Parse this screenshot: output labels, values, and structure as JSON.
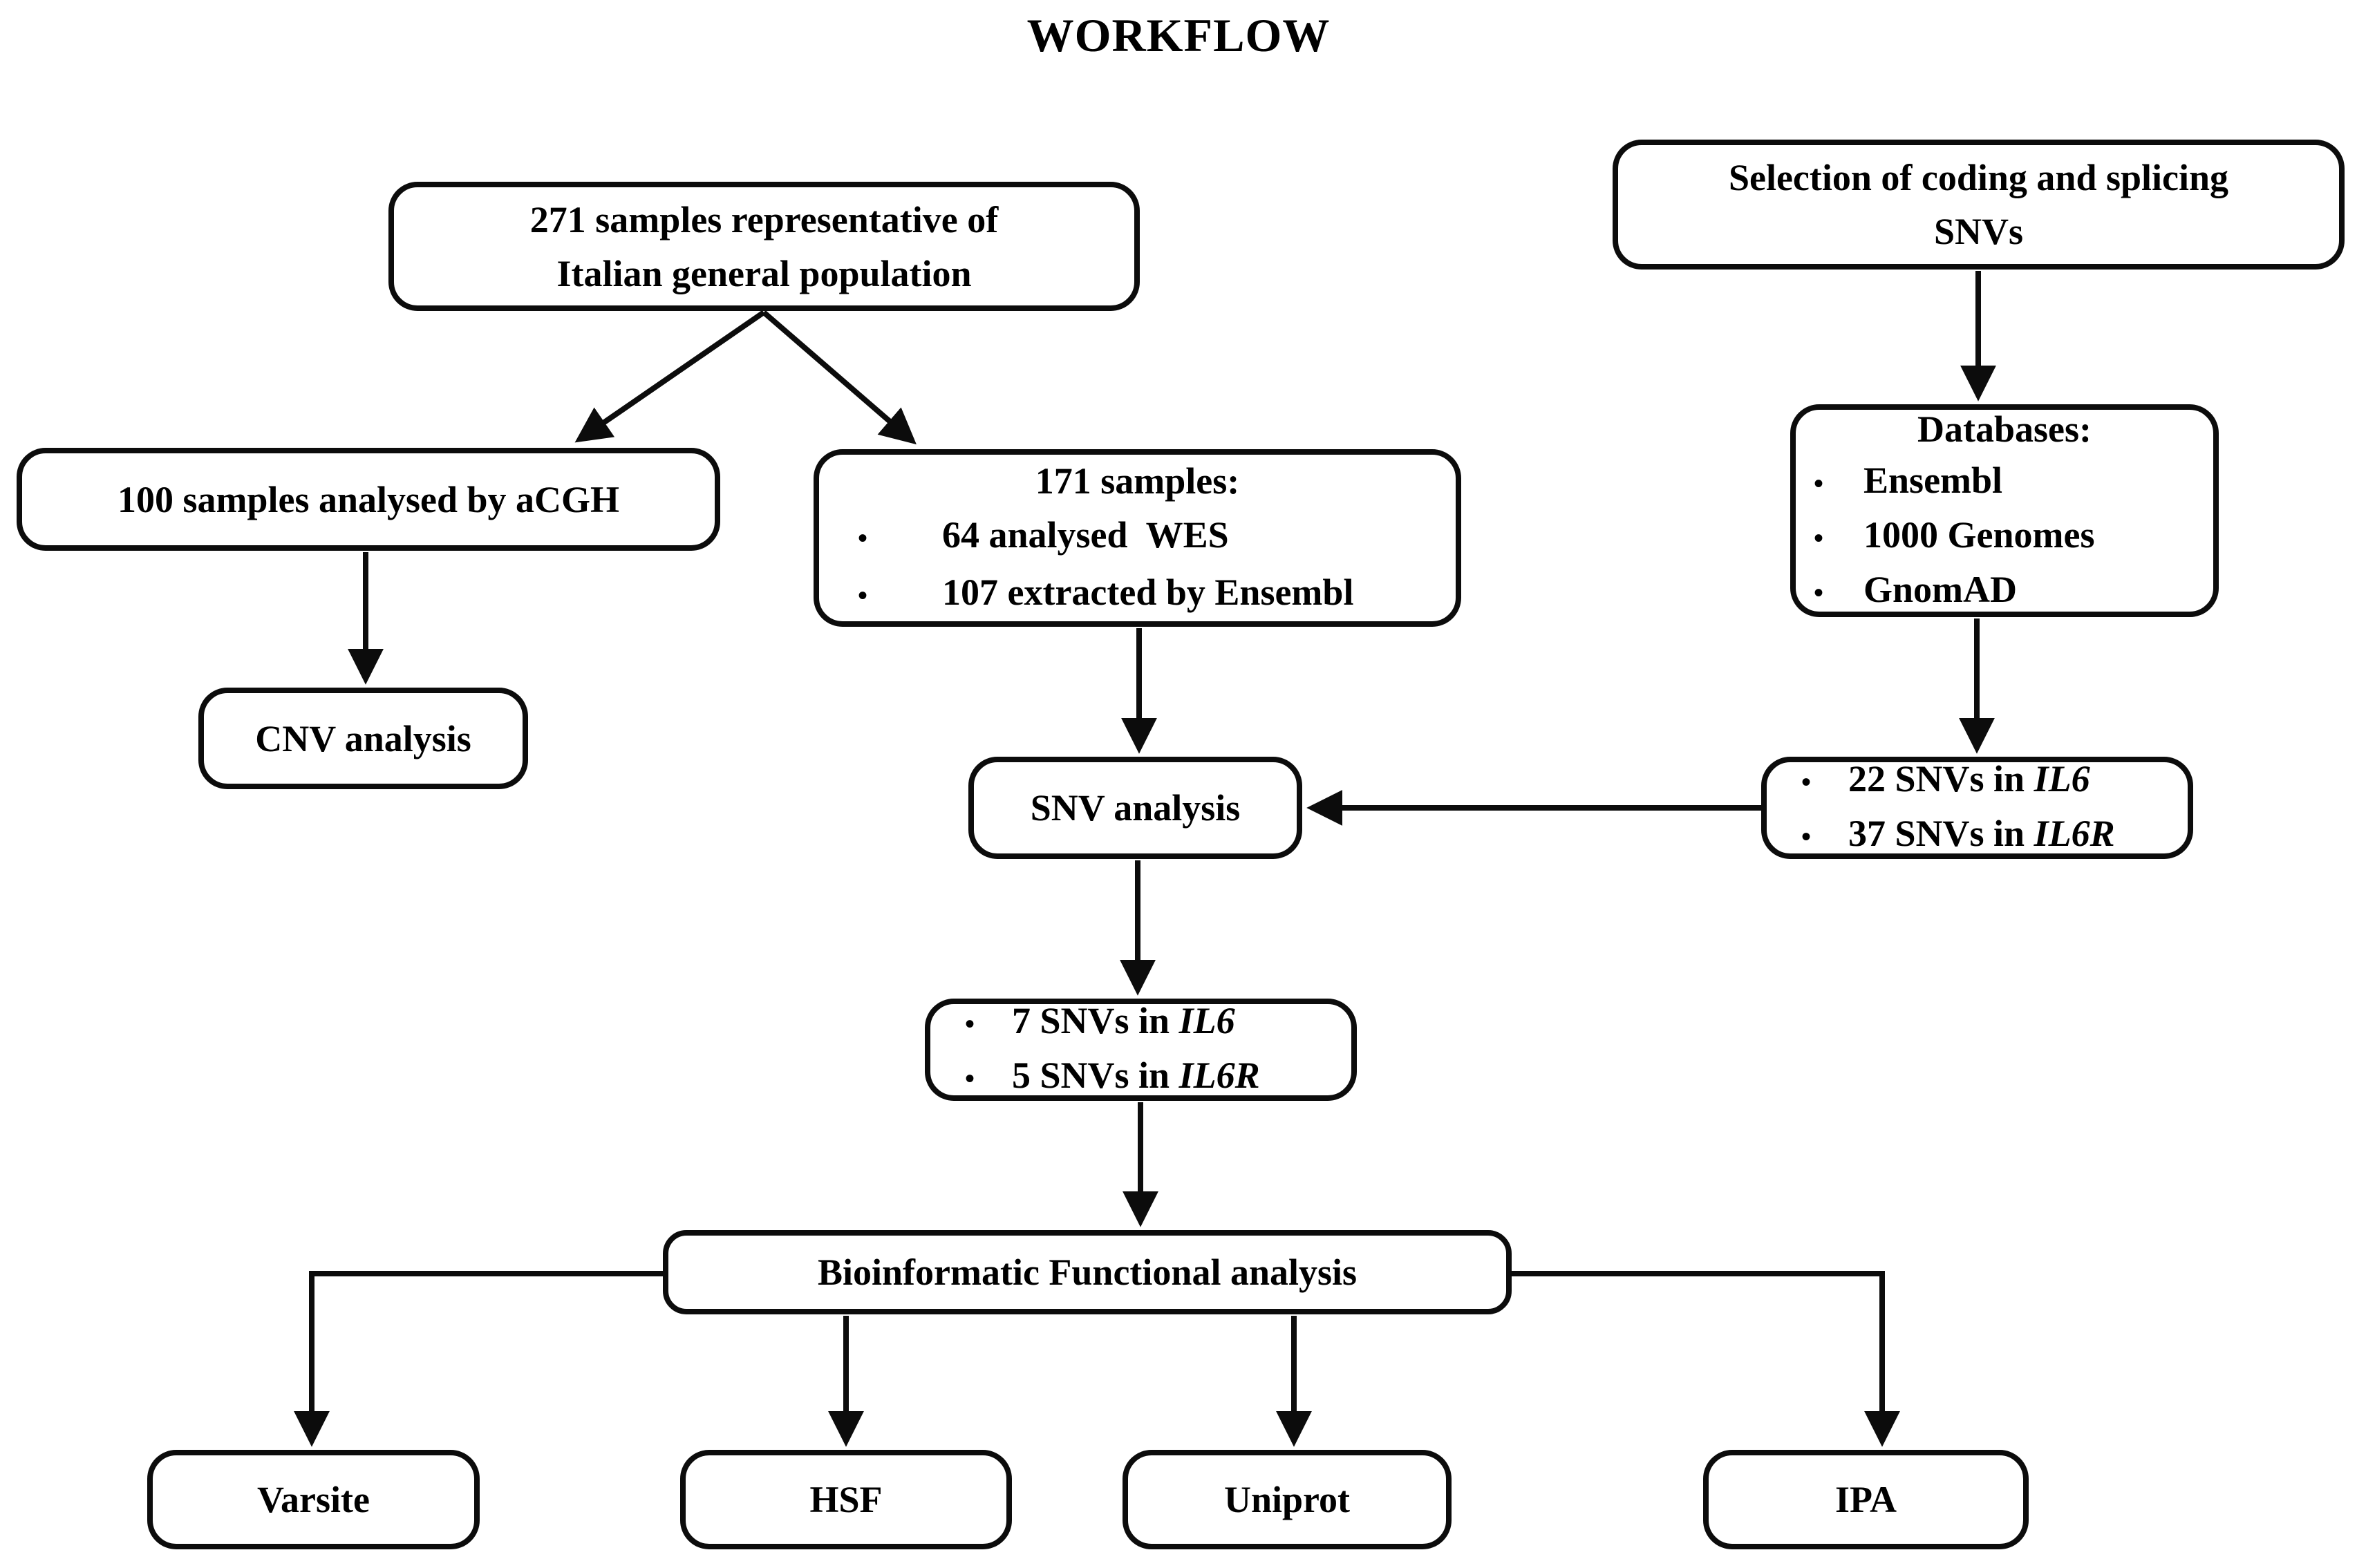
{
  "title": "WORKFLOW",
  "colors": {
    "ink": "#000000",
    "background": "#ffffff"
  },
  "boxes": {
    "population": {
      "lines": [
        "271 samples representative of",
        "Italian general population"
      ]
    },
    "selection": {
      "lines": [
        "Selection of coding and splicing",
        "SNVs"
      ]
    },
    "acgh": {
      "label": "100 samples analysed by aCGH"
    },
    "samples171": {
      "heading": "171 samples:",
      "bullets": [
        {
          "text": "64 analysed  WES"
        },
        {
          "text": "107 extracted by Ensembl"
        }
      ]
    },
    "databases": {
      "heading": "Databases:",
      "bullets": [
        {
          "text": "Ensembl"
        },
        {
          "text": "1000 Genomes"
        },
        {
          "text": "GnomAD"
        }
      ]
    },
    "cnv": {
      "label": "CNV analysis"
    },
    "snv": {
      "label": "SNV analysis"
    },
    "selected_snvs": {
      "bullets": [
        {
          "text": "22 SNVs in ",
          "gene": "IL6"
        },
        {
          "text": "37 SNVs in ",
          "gene": "IL6R"
        }
      ]
    },
    "found_snvs": {
      "bullets": [
        {
          "text": "7 SNVs in ",
          "gene": "IL6"
        },
        {
          "text": "5 SNVs in ",
          "gene": "IL6R"
        }
      ]
    },
    "bioinformatic": {
      "label": "Bioinformatic Functional analysis"
    },
    "tools": [
      {
        "label": "Varsite"
      },
      {
        "label": "HSF"
      },
      {
        "label": "Uniprot"
      },
      {
        "label": "IPA"
      }
    ]
  }
}
